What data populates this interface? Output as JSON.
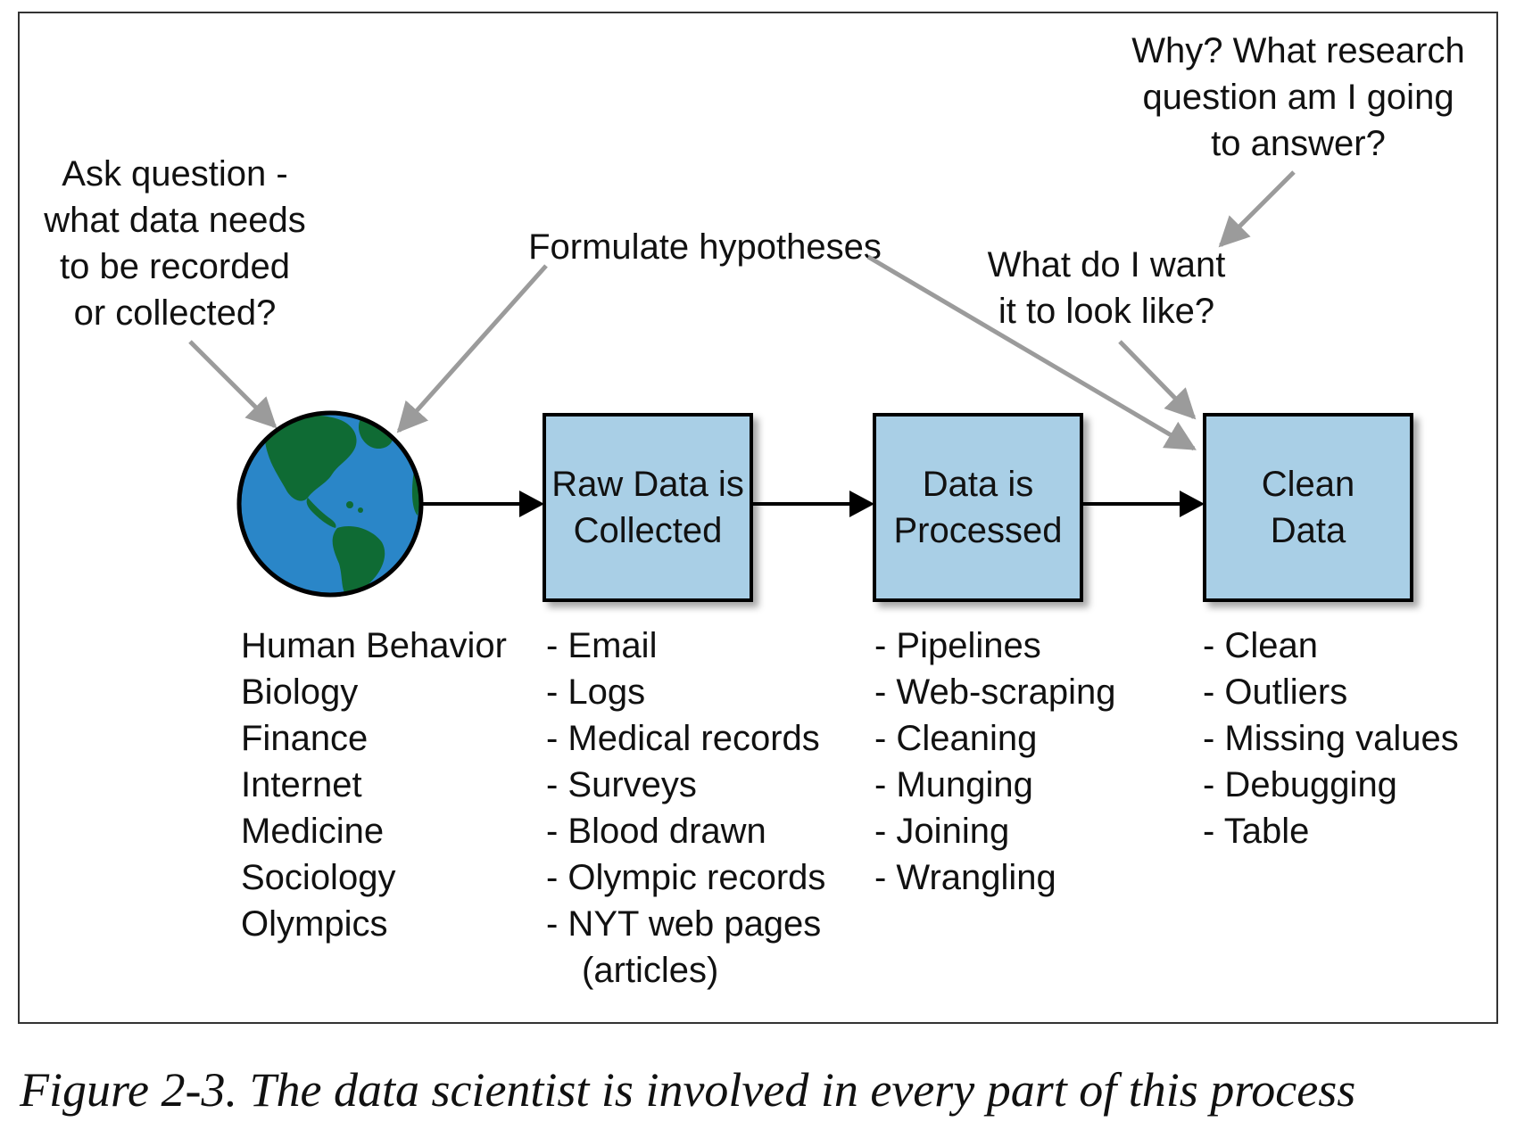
{
  "annotations": {
    "ask_question": [
      "Ask question -",
      "what data needs",
      "to be recorded",
      "or collected?"
    ],
    "formulate": "Formulate hypotheses",
    "why": [
      "Why? What research",
      "question am I going",
      "to answer?"
    ],
    "what_want": [
      "What do I want",
      "it to look like?"
    ]
  },
  "source": {
    "items": [
      "Human Behavior",
      "Biology",
      "Finance",
      "Internet",
      "Medicine",
      "Sociology",
      "Olympics"
    ]
  },
  "stages": [
    {
      "title": [
        "Raw Data is",
        "Collected"
      ],
      "items": [
        "- Email",
        "- Logs",
        "- Medical records",
        "- Surveys",
        "- Blood drawn",
        "- Olympic records",
        "- NYT web pages",
        "(articles)"
      ]
    },
    {
      "title": [
        "Data is",
        "Processed"
      ],
      "items": [
        "- Pipelines",
        "- Web-scraping",
        "- Cleaning",
        "- Munging",
        "- Joining",
        "- Wrangling"
      ]
    },
    {
      "title": [
        "Clean",
        "Data"
      ],
      "items": [
        "- Clean",
        "- Outliers",
        "- Missing values",
        "- Debugging",
        "- Table"
      ]
    }
  ],
  "caption": "Figure 2-3. The data scientist is involved in every part of this process",
  "colors": {
    "box_fill": "#a9cfe6",
    "globe_ocean": "#2a86c8",
    "globe_land": "#0f6b34",
    "annotation_arrow": "#9b9b9b",
    "flow_arrow": "#000000"
  }
}
